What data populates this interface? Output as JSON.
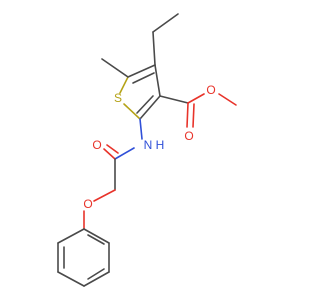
{
  "molecule": {
    "atoms": {
      "S": {
        "text": "S",
        "color": "#b5a318"
      },
      "N": {
        "text": "N",
        "color": "#3050d8"
      },
      "H": {
        "text": "H",
        "color": "#3050d8"
      },
      "O_ester_carbonyl": {
        "text": "O",
        "color": "#e8332a"
      },
      "O_ester_methoxy": {
        "text": "O",
        "color": "#e8332a"
      },
      "O_amide": {
        "text": "O",
        "color": "#e8332a"
      },
      "O_ether": {
        "text": "O",
        "color": "#e8332a"
      }
    },
    "bond_color": "#4a4a4a"
  }
}
